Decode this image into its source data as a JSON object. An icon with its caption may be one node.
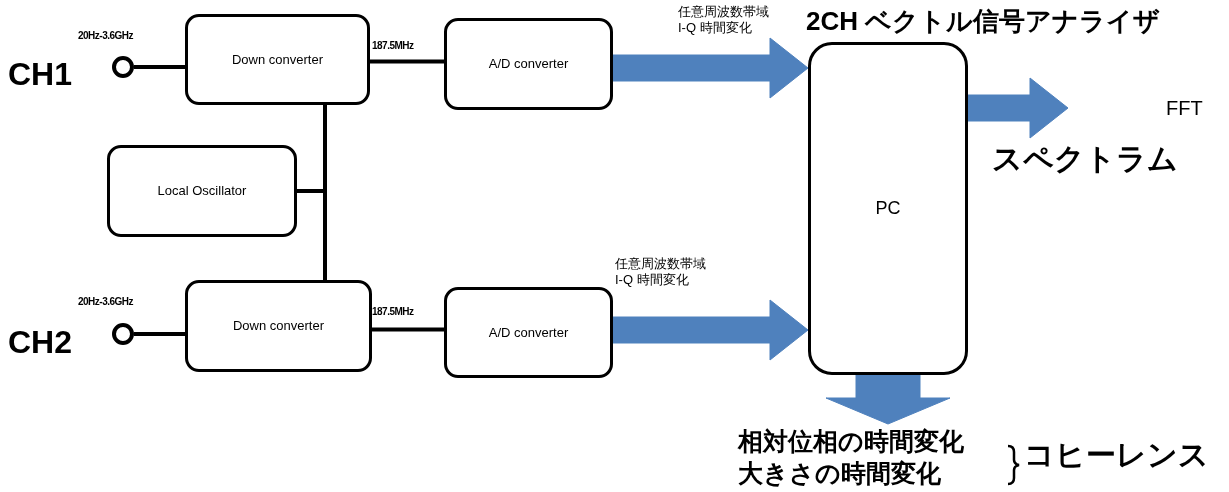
{
  "diagram": {
    "nodes": [
      {
        "text": [],
        "shape": "circle",
        "beside": [
          "20Hz-3.6GHz",
          "CH1"
        ]
      },
      {
        "text": [
          "Down converter"
        ]
      },
      {
        "text": [
          "A/D converter"
        ]
      },
      {
        "text": [
          "Local Oscillator"
        ]
      },
      {
        "text": [],
        "shape": "circle",
        "beside": [
          "20Hz-3.6GHz",
          "CH2"
        ]
      },
      {
        "text": [
          "Down converter"
        ]
      },
      {
        "text": [
          "A/D converter"
        ]
      },
      {
        "text": [
          "PC"
        ],
        "beside": [
          "2CH ベクトル信号アナライザ"
        ]
      },
      {
        "text": [
          "FFT"
        ],
        "beside": [
          "スペクトラム"
        ]
      },
      {
        "text": [
          "相対位相の時間変化",
          "大きさの時間変化"
        ],
        "beside": [
          "コヒーレンス"
        ]
      }
    ],
    "edges": [
      {
        "from": 0,
        "to": 1,
        "arrow": "none"
      },
      {
        "from": 1,
        "to": 2,
        "arrow": "none",
        "label": "187.5MHz"
      },
      {
        "from": 3,
        "to": 1,
        "arrow": "none"
      },
      {
        "from": 3,
        "to": 5,
        "arrow": "none"
      },
      {
        "from": 4,
        "to": 5,
        "arrow": "none"
      },
      {
        "from": 5,
        "to": 6,
        "arrow": "none",
        "label": "187.5MHz"
      },
      {
        "from": 2,
        "to": 7,
        "arrow": "to",
        "style": "thick",
        "color": "#4f81bd",
        "label": "任意周波数帯域 I-Q 時間変化"
      },
      {
        "from": 6,
        "to": 7,
        "arrow": "to",
        "style": "thick",
        "color": "#4f81bd",
        "label": "任意周波数帯域 I-Q 時間変化"
      },
      {
        "from": 7,
        "to": 8,
        "arrow": "to",
        "style": "thick",
        "color": "#4f81bd"
      },
      {
        "from": 7,
        "to": 9,
        "arrow": "to",
        "style": "thick",
        "color": "#4f81bd"
      }
    ]
  }
}
